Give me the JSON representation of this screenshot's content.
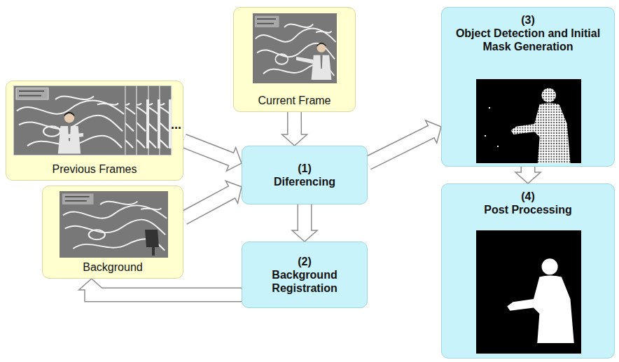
{
  "diagram": {
    "nodes": [
      {
        "text": [
          "Previous Frames"
        ]
      },
      {
        "text": [
          "Current Frame"
        ]
      },
      {
        "text": [
          "Background"
        ]
      },
      {
        "text": [
          "(1)",
          "Diferencing"
        ]
      },
      {
        "text": [
          "(2)",
          "Background Registration"
        ]
      },
      {
        "text": [
          "(3)",
          "Object Detection and Initial Mask Generation"
        ]
      },
      {
        "text": [
          "(4)",
          "Post Processing"
        ]
      }
    ],
    "edges": [
      {
        "from": 0,
        "to": 3,
        "arrow": "to"
      },
      {
        "from": 1,
        "to": 3,
        "arrow": "to"
      },
      {
        "from": 2,
        "to": 3,
        "arrow": "to"
      },
      {
        "from": 3,
        "to": 4,
        "arrow": "to"
      },
      {
        "from": 4,
        "to": 2,
        "arrow": "to"
      },
      {
        "from": 3,
        "to": 5,
        "arrow": "to"
      },
      {
        "from": 5,
        "to": 6,
        "arrow": "to"
      }
    ],
    "labels": [
      "..."
    ]
  }
}
